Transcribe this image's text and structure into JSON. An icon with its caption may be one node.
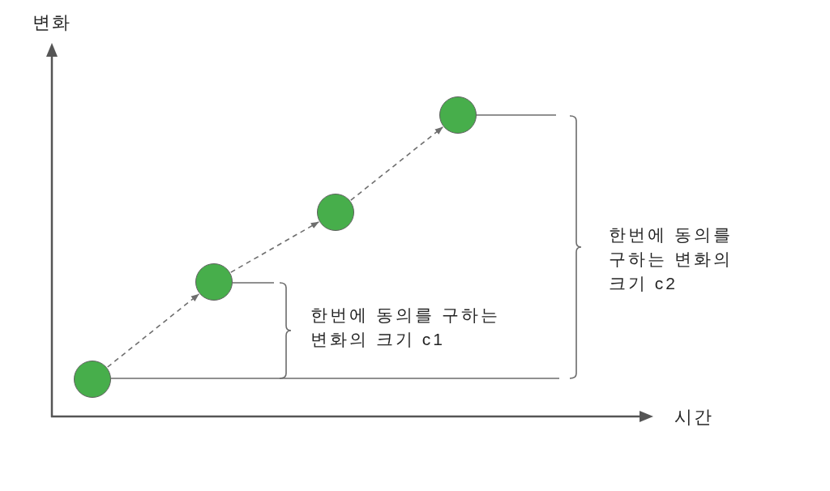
{
  "diagram": {
    "nodes": [
      {
        "text": [],
        "shape": "circle"
      },
      {
        "text": [],
        "shape": "circle"
      },
      {
        "text": [],
        "shape": "circle"
      },
      {
        "text": [],
        "shape": "circle"
      }
    ],
    "edges": [
      {
        "from": 0,
        "to": 1,
        "arrow": "to",
        "style": "dashed"
      },
      {
        "from": 1,
        "to": 2,
        "arrow": "to",
        "style": "dashed"
      },
      {
        "from": 2,
        "to": 3,
        "arrow": "to",
        "style": "dashed"
      }
    ],
    "labels": [
      "변화",
      "한번에 동의를 구하는 변화의 크기 c2",
      "한번에 동의를 구하는 변화의 크기 c1",
      "시간"
    ]
  }
}
